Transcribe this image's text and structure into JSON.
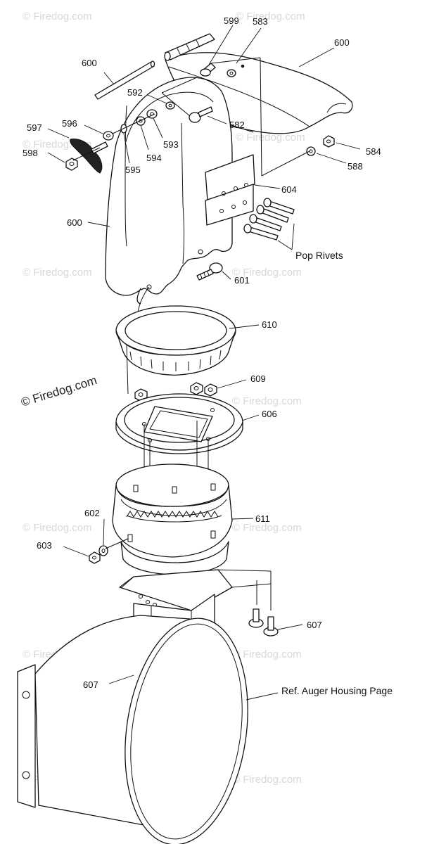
{
  "diagram": {
    "labels": {
      "p600a": "600",
      "p599": "599",
      "p583": "583",
      "p600b": "600",
      "p600c": "600",
      "p592": "592",
      "p582": "582",
      "p597": "597",
      "p596": "596",
      "p593": "593",
      "p594": "594",
      "p595": "595",
      "p598": "598",
      "p584": "584",
      "p588": "588",
      "p604": "604",
      "pop_rivets": "Pop Rivets",
      "p601": "601",
      "p610": "610",
      "p609": "609",
      "p606": "606",
      "p602": "602",
      "p611": "611",
      "p603": "603",
      "p607a": "607",
      "p607b": "607",
      "ref_auger": "Ref. Auger Housing Page"
    },
    "watermark": "© Firedog.com",
    "watermark_main": "© Firedog.com"
  }
}
